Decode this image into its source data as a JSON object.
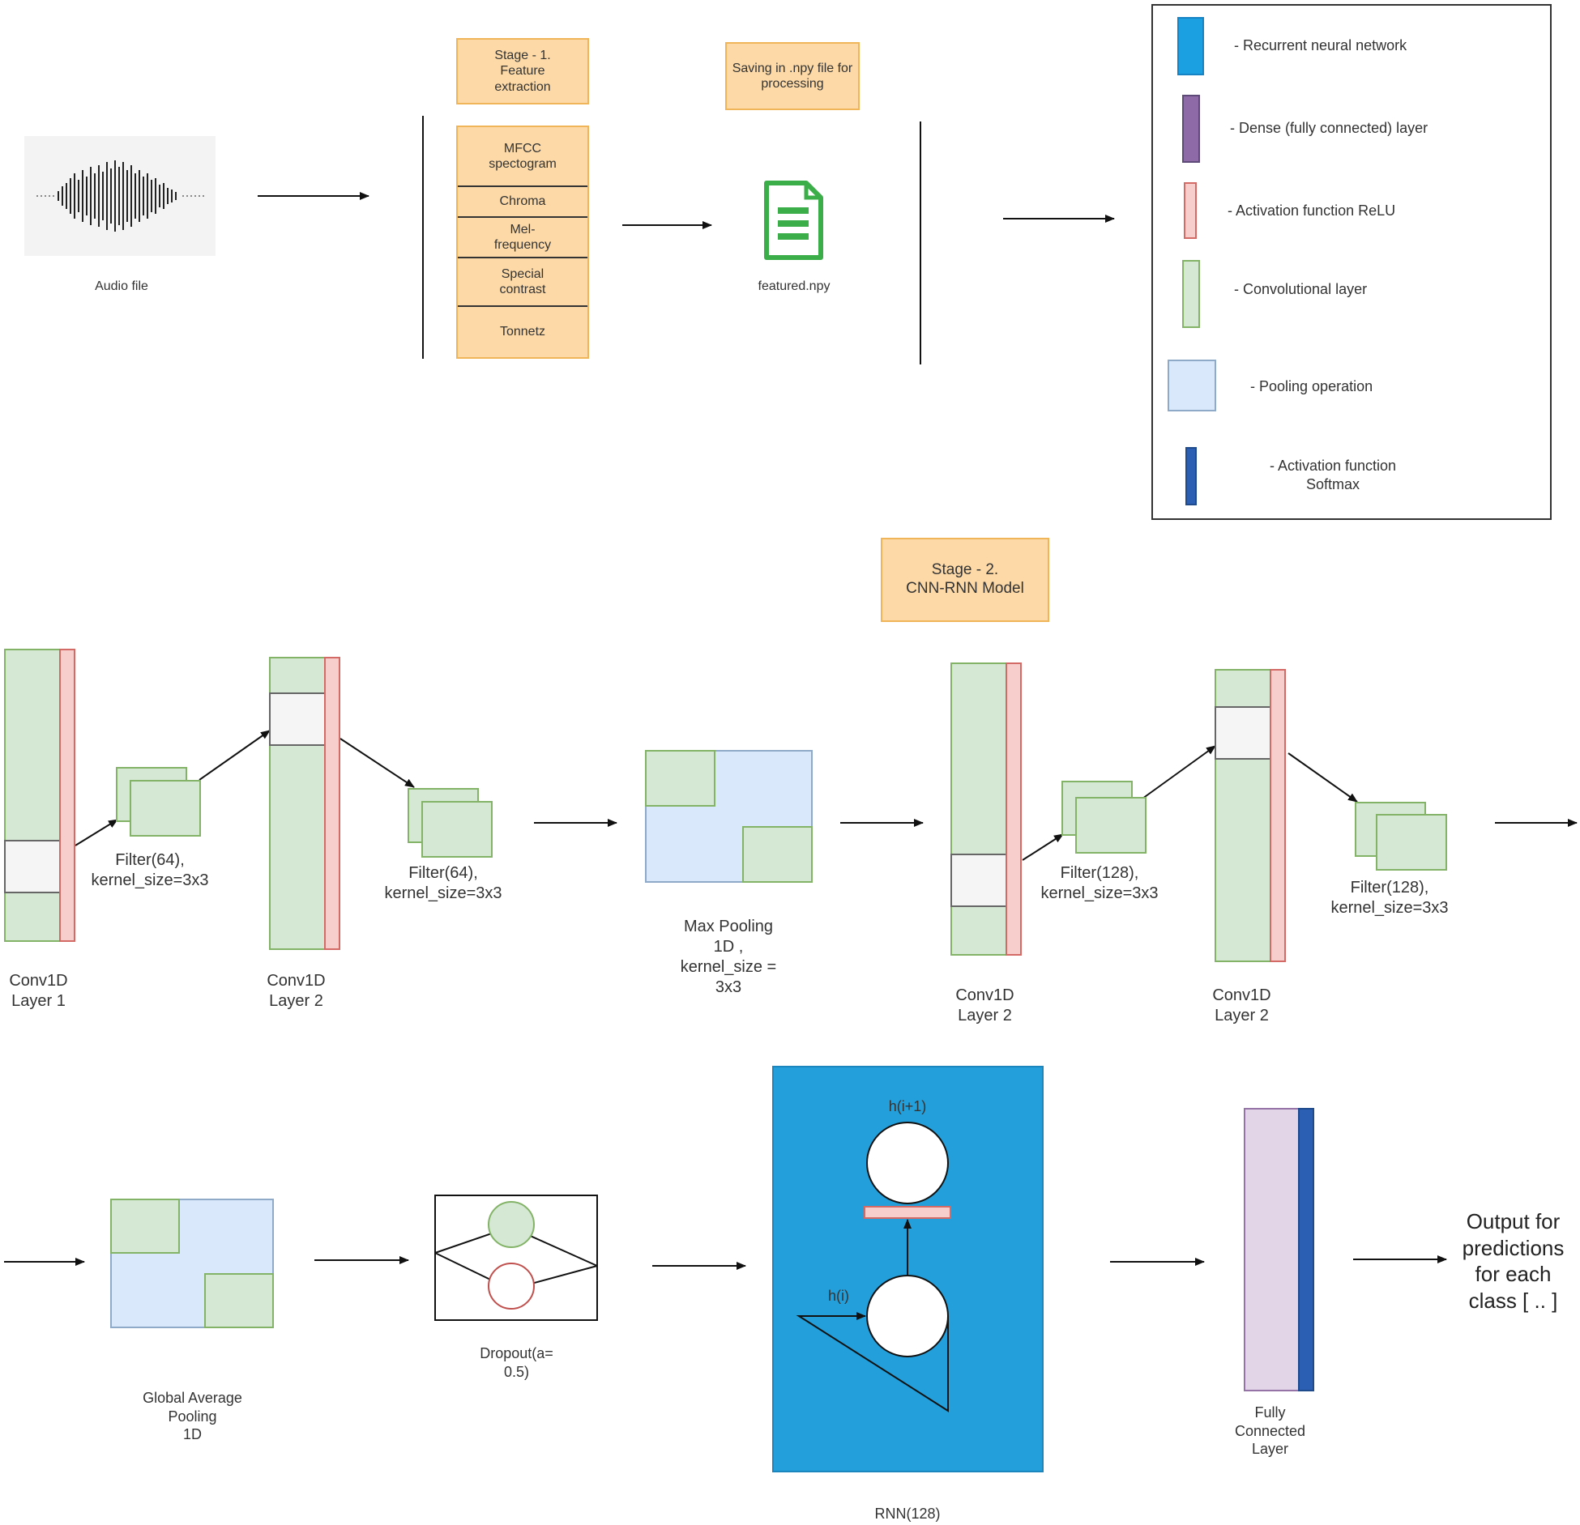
{
  "stage1": {
    "audio_label": "Audio file",
    "title": "Stage - 1.\nFeature\nextraction",
    "features": [
      "MFCC\nspectogram",
      "Chroma",
      "Mel-\nfrequency",
      "Special\ncontrast",
      "Tonnetz"
    ],
    "saving_note": "Saving in .npy file for\nprocessing",
    "file_label": "featured.npy"
  },
  "legend": {
    "items": [
      {
        "label": "- Recurrent neural network",
        "color": "#1ba1e2"
      },
      {
        "label": "- Dense (fully connected) layer",
        "color": "#8e6ba6"
      },
      {
        "label": "- Activation function ReLU",
        "color": "#f8cecc"
      },
      {
        "label": "- Convolutional layer",
        "color": "#d5e8d4"
      },
      {
        "label": "- Pooling operation",
        "color": "#dae8fc"
      },
      {
        "label": "- Activation function\nSoftmax",
        "color": "#2a5fb4"
      }
    ]
  },
  "stage2": {
    "title": "Stage - 2.\nCNN-RNN Model",
    "conv_a": "Conv1D\nLayer 1",
    "conv_b": "Conv1D\nLayer 2",
    "conv_c": "Conv1D\nLayer 2",
    "conv_d": "Conv1D\nLayer 2",
    "filter_a": "Filter(64),\nkernel_size=3x3",
    "filter_b": "Filter(64),\nkernel_size=3x3",
    "filter_c": "Filter(128),\nkernel_size=3x3",
    "filter_d": "Filter(128),\nkernel_size=3x3",
    "maxpool": "Max Pooling\n1D ,\nkernel_size =\n3x3",
    "gap": "Global Average\nPooling\n1D",
    "dropout": "Dropout(a=\n0.5)",
    "rnn_top": "h(i+1)",
    "rnn_in": "h(i)",
    "rnn_label": "RNN(128)",
    "fc_label": "Fully\nConnected\nLayer",
    "output": "Output for\npredictions\nfor each\nclass [ .. ]"
  }
}
